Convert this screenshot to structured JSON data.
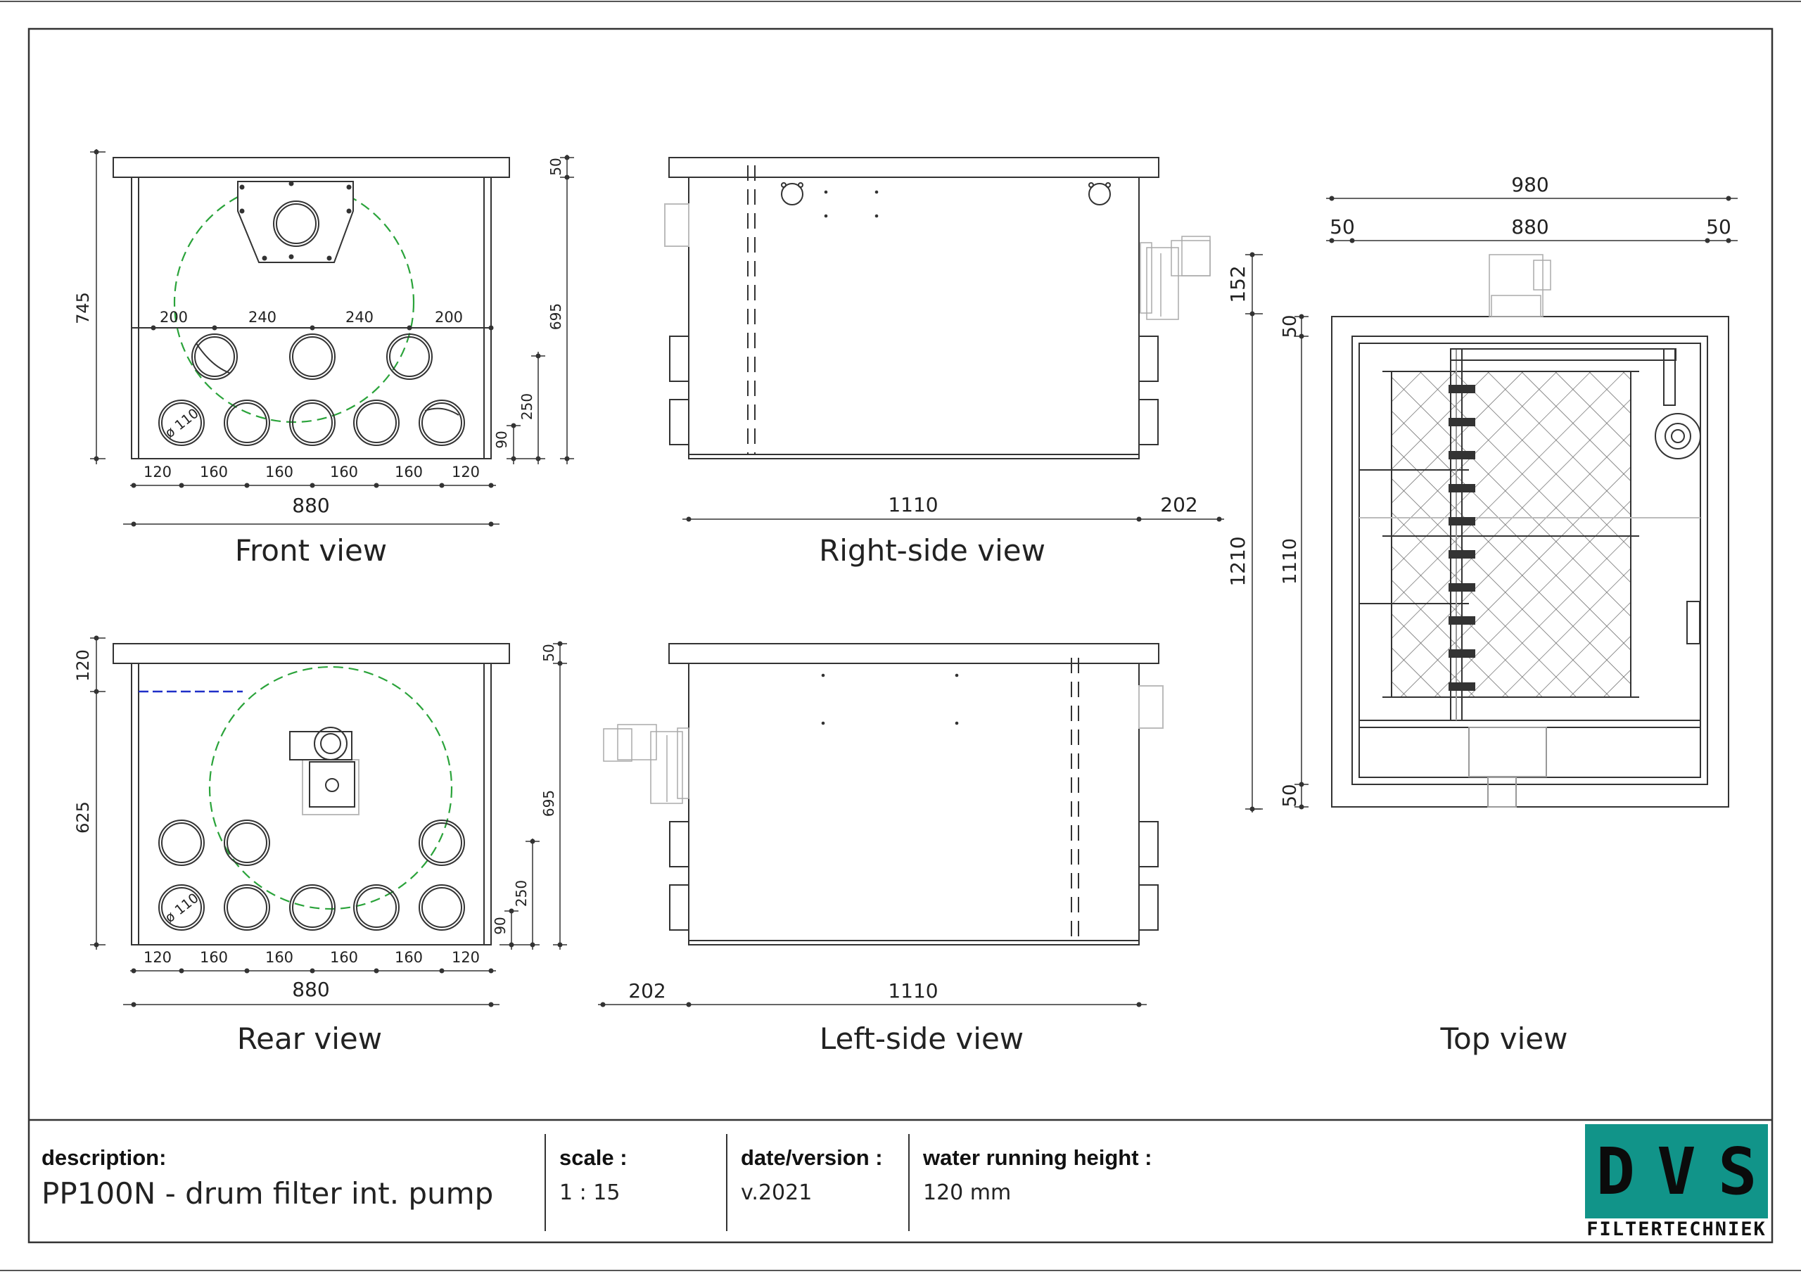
{
  "views": {
    "front": "Front view",
    "right_side": "Right-side view",
    "rear": "Rear view",
    "left_side": "Left-side view",
    "top": "Top view"
  },
  "dimensions": {
    "front": {
      "height_total": "745",
      "top_50": "50",
      "height_695": "695",
      "h_250": "250",
      "h_90": "90",
      "top_spacing": [
        "200",
        "240",
        "240",
        "200"
      ],
      "bottom_spacing": [
        "120",
        "160",
        "160",
        "160",
        "160",
        "120"
      ],
      "width_total": "880",
      "pipe_diameter": "ø 110"
    },
    "right_side": {
      "length": "1110",
      "extension": "202"
    },
    "rear": {
      "h_120": "120",
      "h_625": "625",
      "top_50": "50",
      "height_695": "695",
      "h_250": "250",
      "h_90": "90",
      "bottom_spacing": [
        "120",
        "160",
        "160",
        "160",
        "160",
        "120"
      ],
      "width_total": "880",
      "pipe_diameter": "ø 110"
    },
    "left_side": {
      "extension": "202",
      "length": "1110"
    },
    "top": {
      "width_total": "980",
      "edge_left": "50",
      "inner": "880",
      "edge_right": "50",
      "d_152": "152",
      "d_50_top": "50",
      "d_1210": "1210",
      "d_1110": "1110",
      "d_50_bottom": "50"
    }
  },
  "titleblock": {
    "description_label": "description:",
    "description_value": "PP100N - drum filter int. pump",
    "scale_label": "scale :",
    "scale_value": "1 : 15",
    "date_label": "date/version :",
    "date_value": "v.2021",
    "water_label": "water running height :",
    "water_value": "120 mm"
  },
  "logo": {
    "letters": [
      "D",
      "V",
      "S"
    ],
    "subtitle": "FILTERTECHNIEK",
    "color": "#119489"
  },
  "colors": {
    "line": "#333333",
    "pump_circle": "#2aa33a",
    "water_line": "#1f2fc8"
  }
}
